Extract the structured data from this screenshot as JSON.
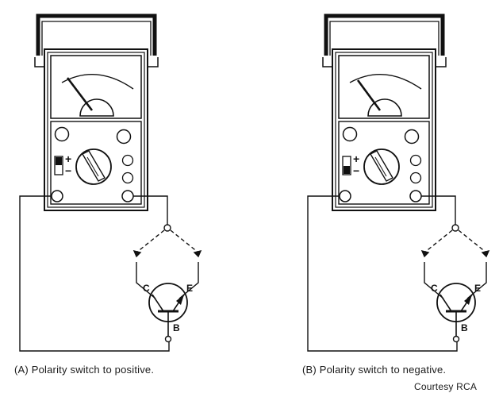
{
  "panels": [
    {
      "id": "A",
      "caption": "(A) Polarity switch to positive.",
      "polarity": "positive",
      "labels": {
        "plus": "+",
        "minus": "−",
        "collector": "C",
        "emitter": "E",
        "base": "B"
      }
    },
    {
      "id": "B",
      "caption": "(B) Polarity switch to negative.",
      "polarity": "negative",
      "labels": {
        "plus": "+",
        "minus": "−",
        "collector": "C",
        "emitter": "E",
        "base": "B"
      }
    }
  ],
  "credit": "Courtesy RCA",
  "colors": {
    "line": "#111111",
    "background": "#ffffff"
  }
}
